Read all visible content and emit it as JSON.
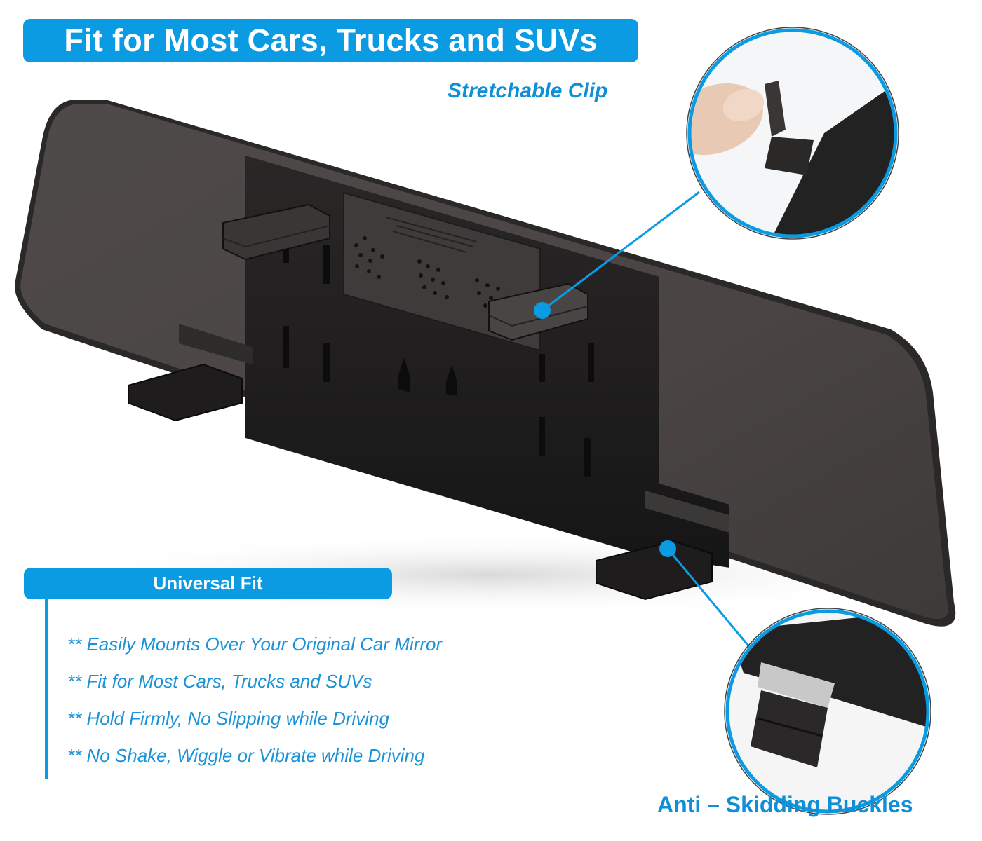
{
  "header": {
    "title": "Fit for Most Cars, Trucks and SUVs"
  },
  "callouts": {
    "top": {
      "label": "Stretchable Clip",
      "icon": "magnified-clip-circle"
    },
    "bottom": {
      "label": "Anti – Skidding Buckles",
      "icon": "magnified-buckle-circle"
    }
  },
  "universal_fit": {
    "heading": "Universal Fit",
    "items": [
      "** Easily Mounts Over Your Original Car Mirror",
      "** Fit for Most Cars, Trucks and SUVs",
      "** Hold Firmly, No Slipping while Driving",
      "** No Shake, Wiggle or Vibrate while Driving"
    ]
  },
  "product": {
    "name": "rear-view-mirror-back",
    "icon": "mirror-with-clips"
  },
  "colors": {
    "accent": "#0a9be2",
    "accent_text": "#0f8fd8",
    "mirror_body": "#4a4545",
    "mirror_frame": "#1f1d1d",
    "background": "#ffffff"
  }
}
